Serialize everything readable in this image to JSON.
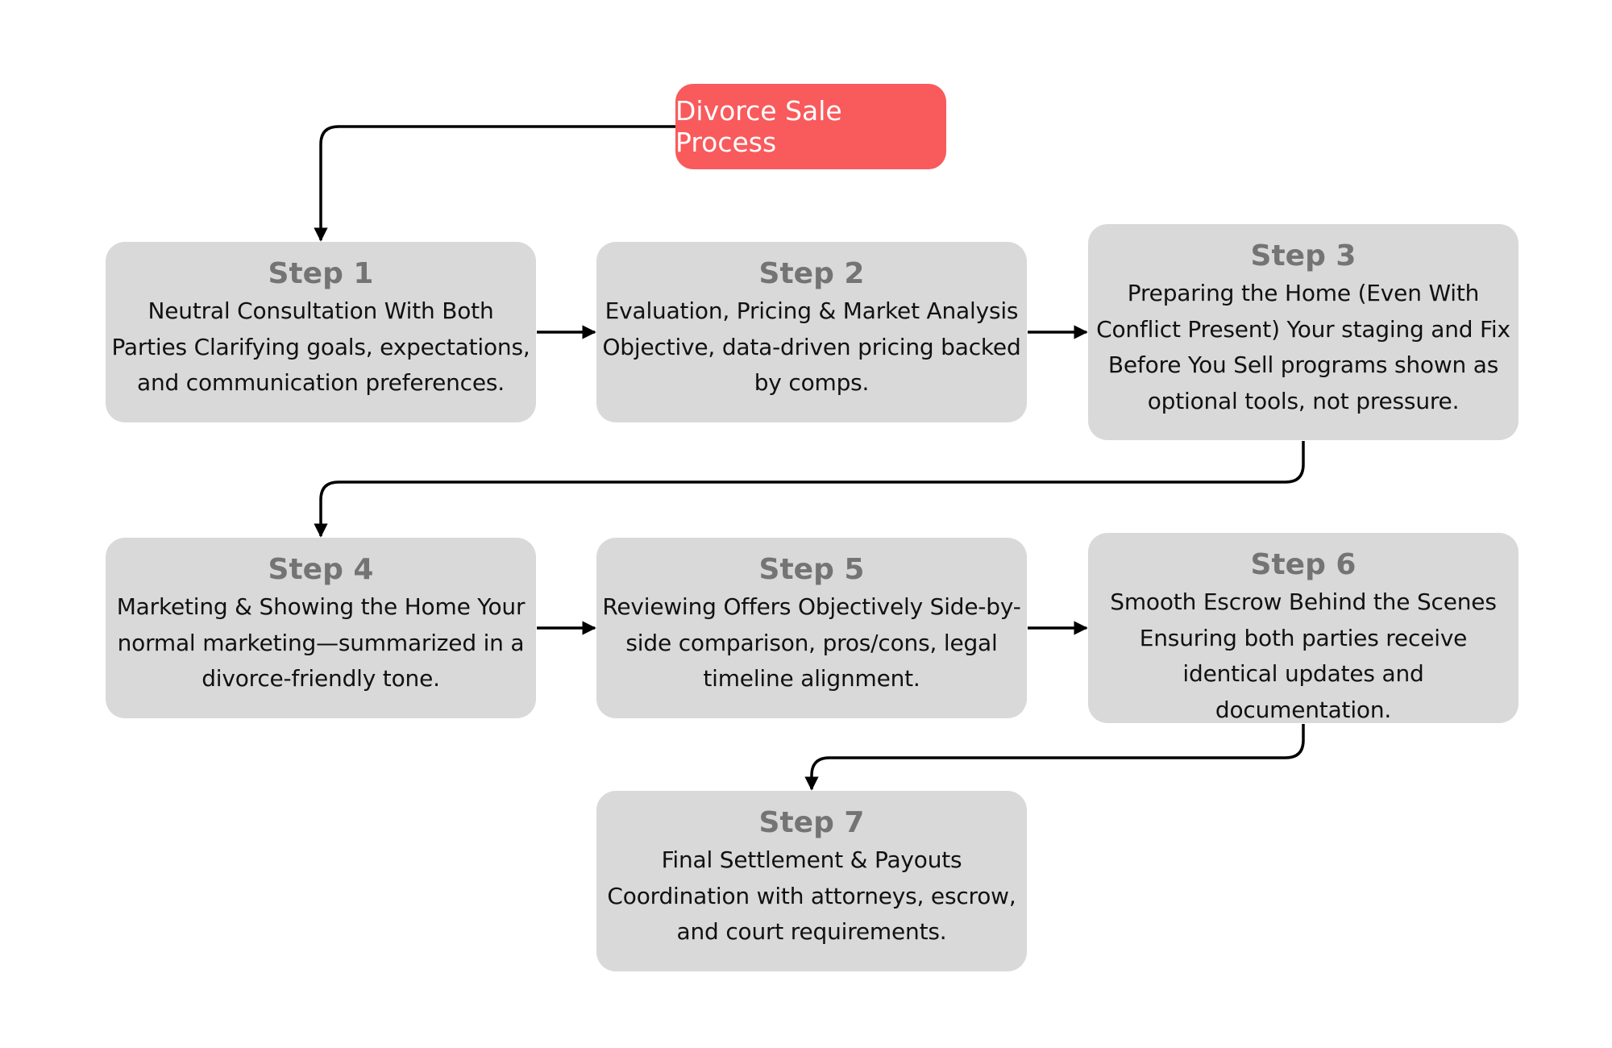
{
  "title": "Divorce Sale Process",
  "accent_color": "#f95a5c",
  "box_color": "#d9d9d9",
  "steps": [
    {
      "label": "Step 1",
      "lines": [
        "Neutral Consultation With Both",
        "Parties Clarifying goals, expectations,",
        "and communication preferences."
      ]
    },
    {
      "label": "Step 2",
      "lines": [
        "Evaluation, Pricing & Market Analysis",
        "Objective, data-driven pricing backed",
        "by comps."
      ]
    },
    {
      "label": "Step 3",
      "lines": [
        "Preparing the Home (Even With",
        "Conflict Present) Your staging and Fix",
        "Before You Sell programs shown as",
        "optional tools, not pressure."
      ]
    },
    {
      "label": "Step 4",
      "lines": [
        "Marketing & Showing the Home Your",
        "normal marketing—summarized in a",
        "divorce-friendly tone."
      ]
    },
    {
      "label": "Step 5",
      "lines": [
        "Reviewing Offers Objectively Side-by-",
        "side comparison, pros/cons, legal",
        "timeline alignment."
      ]
    },
    {
      "label": "Step 6",
      "lines": [
        "Smooth Escrow Behind the Scenes",
        "Ensuring both parties receive",
        "identical updates and",
        "documentation."
      ]
    },
    {
      "label": "Step 7",
      "lines": [
        "Final Settlement & Payouts",
        "Coordination with attorneys, escrow,",
        "and court requirements."
      ]
    }
  ]
}
